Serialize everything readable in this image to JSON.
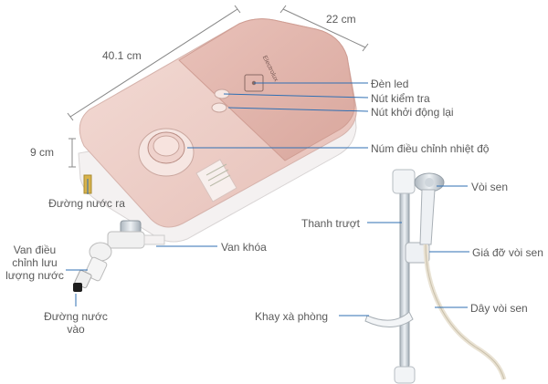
{
  "dimensions": {
    "length": "40.1 cm",
    "width": "22 cm",
    "depth": "9 cm"
  },
  "brand_logo": "Electrolux",
  "heater_labels": {
    "led": "Đèn led",
    "test_button": "Nút kiểm tra",
    "reset_button": "Nút khởi động lại",
    "temperature_knob": "Núm điều chỉnh nhiệt độ",
    "water_out": "Đường nước ra",
    "valve_lock": "Van khóa",
    "flow_valve": "Van điều chỉnh lưu lượng nước",
    "water_in": "Đường nước vào"
  },
  "shower_labels": {
    "shower_head": "Vòi sen",
    "slide_bar": "Thanh trượt",
    "holder": "Giá đỡ vòi sen",
    "soap_tray": "Khay xà phòng",
    "hose": "Dây vòi sen"
  },
  "colors": {
    "label_text": "#5a5a5a",
    "leader_line": "#2f6fb3",
    "body_white": "#f6f2f2",
    "panel_pink": "#e3b8b0",
    "panel_pink_light": "#f0d3cd",
    "chrome": "#c9d0d6"
  }
}
